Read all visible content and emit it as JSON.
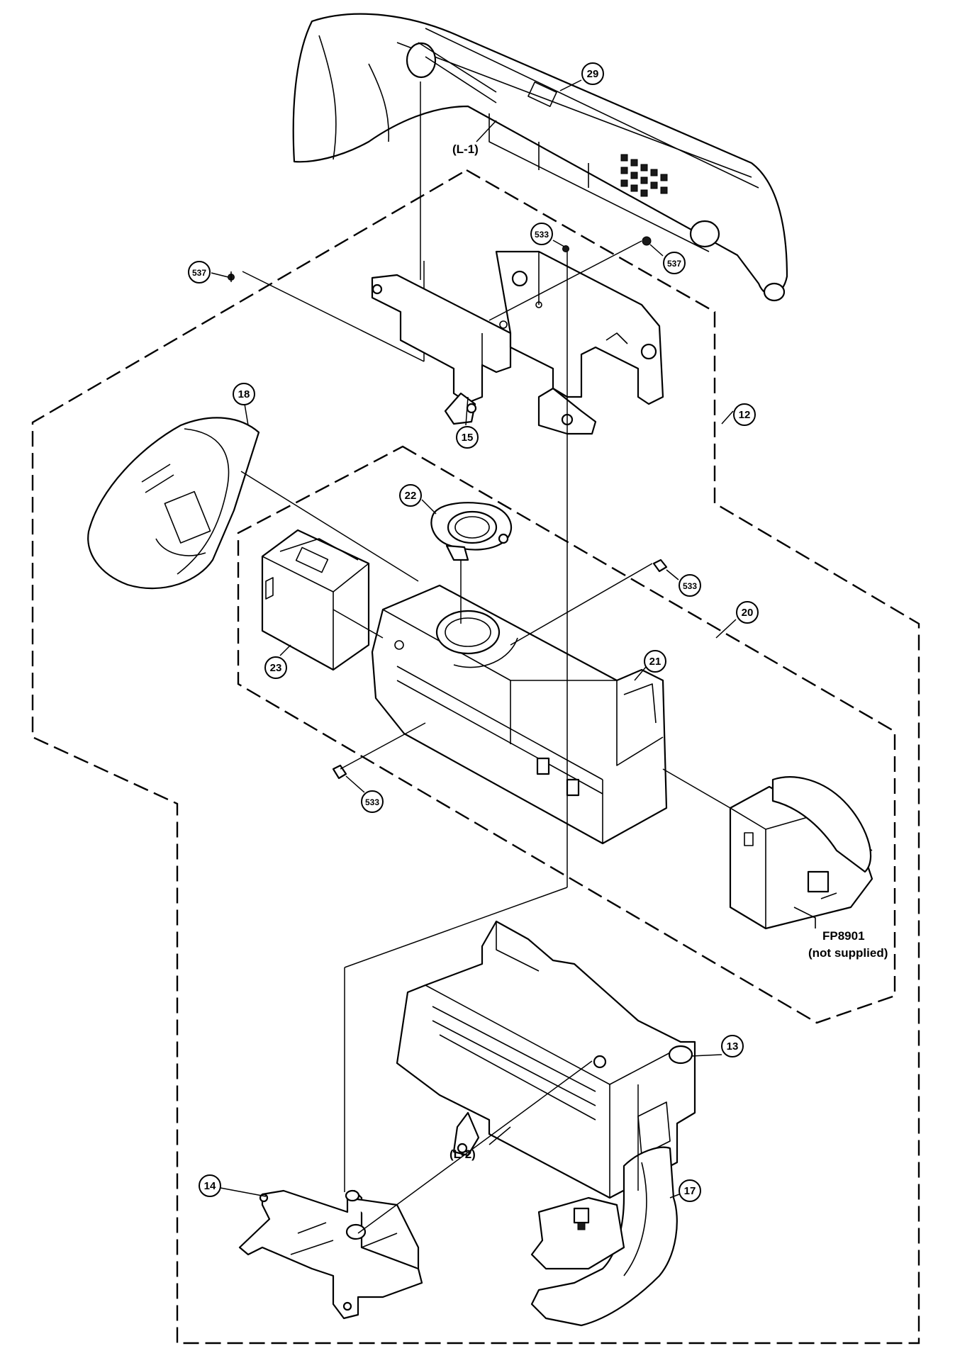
{
  "labels": {
    "part_29": "29",
    "part_12": "12",
    "part_15": "15",
    "part_18": "18",
    "part_22": "22",
    "part_20": "20",
    "part_21": "21",
    "part_23": "23",
    "part_13": "13",
    "part_14": "14",
    "part_17": "17",
    "screw_537_left": "537",
    "screw_537_right": "537",
    "screw_533_top": "533",
    "screw_533_mid": "533",
    "screw_533_bottom": "533",
    "lock_l1": "(L-1)",
    "lock_l2": "(L-2)",
    "connector_id": "FP8901",
    "connector_note": "(not supplied)"
  }
}
